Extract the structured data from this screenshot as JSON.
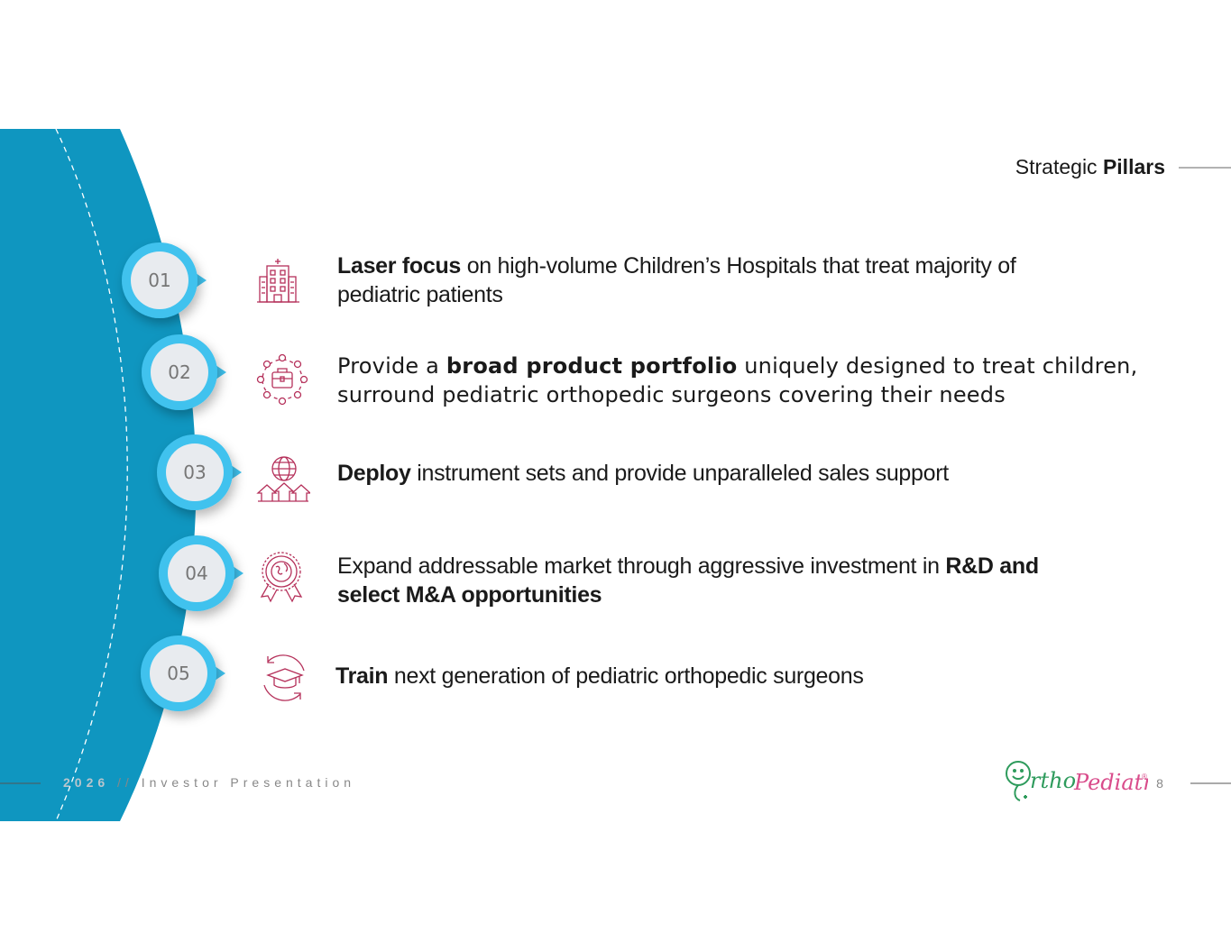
{
  "slide": {
    "title_regular": "Strategic ",
    "title_bold": "Pillars"
  },
  "colors": {
    "accent_blue": "#0f96c0",
    "bubble_ring": "#3fc2ee",
    "icon_crimson": "#b5305a",
    "logo_green": "#2e9b5c",
    "logo_pink": "#d94c8b"
  },
  "pillars": [
    {
      "number": "01",
      "icon": "hospital-icon",
      "bold": "Laser focus",
      "text_after": " on high-volume Children’s Hospitals that treat majority of",
      "line2": "pediatric patients"
    },
    {
      "number": "02",
      "icon": "briefcase-network-icon",
      "text_before": "Provide a ",
      "bold": "broad product portfolio",
      "text_after": " uniquely designed to treat children,",
      "line2": "surround pediatric orthopedic surgeons covering their needs"
    },
    {
      "number": "03",
      "icon": "globe-arrows-icon",
      "bold": "Deploy",
      "text_after": " instrument sets and provide unparalleled sales support"
    },
    {
      "number": "04",
      "icon": "globe-award-icon",
      "text_before": "Expand addressable market through aggressive investment in ",
      "bold": "R&D and",
      "bold_line2": "select M&A opportunities"
    },
    {
      "number": "05",
      "icon": "graduation-cap-icon",
      "bold": "Train",
      "text_after": " next generation of pediatric orthopedic surgeons"
    }
  ],
  "footer": {
    "year": "2026",
    "separator": " // ",
    "label": "Investor Presentation",
    "page_number": "8",
    "logo_text_1": "rtho",
    "logo_text_2": "Pediatrics",
    "logo_registered": "®"
  }
}
